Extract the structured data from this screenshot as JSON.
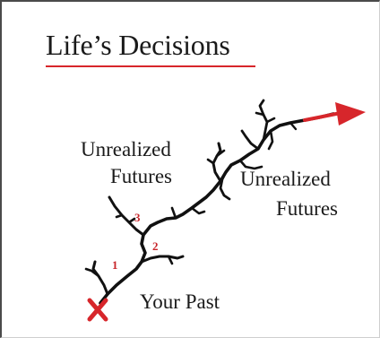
{
  "title": "Life’s Decisions",
  "labels": {
    "unrealized_left_line1": "Unrealized",
    "unrealized_left_line2": "Futures",
    "unrealized_right_line1": "Unrealized",
    "unrealized_right_line2": "Futures",
    "your_past": "Your Past"
  },
  "decision_points": [
    "1",
    "2",
    "3"
  ],
  "start_marker_icon": "x-mark-icon",
  "direction_icon": "arrow-right-icon",
  "colors": {
    "accent": "#d7262b",
    "line": "#111111",
    "text": "#1a1a1a"
  }
}
